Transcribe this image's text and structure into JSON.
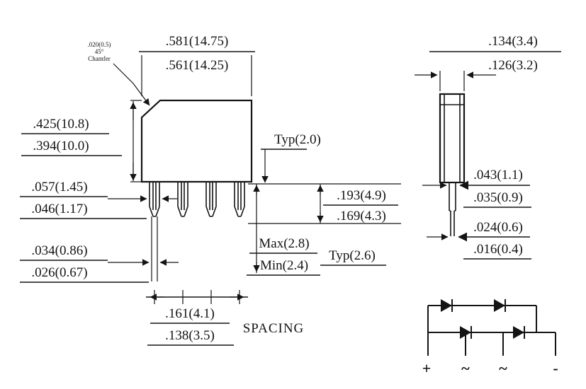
{
  "drawing": {
    "front": {
      "width": {
        "max": ".581(14.75)",
        "min": ".561(14.25)"
      },
      "height": {
        "max": ".425(10.8)",
        "min": ".394(10.0)"
      },
      "lead_width": {
        "max": ".057(1.45)",
        "min": ".046(1.17)"
      },
      "lead_thickness": {
        "max": ".034(0.86)",
        "min": ".026(0.67)"
      },
      "edge_offset": "Typ(2.0)",
      "lead_length": {
        "max": ".193(4.9)",
        "min": ".169(4.3)"
      },
      "standoff": {
        "max": "Max(2.8)",
        "min": "Min(2.4)"
      },
      "pitch_typ": "Typ(2.6)",
      "spacing": {
        "max": ".161(4.1)",
        "min": ".138(3.5)"
      },
      "spacing_label": "SPACING",
      "chamfer_note": {
        "l1": ".020(0.5)",
        "l2": "45°",
        "l3": "Chamfer"
      }
    },
    "side": {
      "depth": {
        "max": ".134(3.4)",
        "min": ".126(3.2)"
      },
      "lead_thickness": {
        "max": ".043(1.1)",
        "min": ".035(0.9)"
      },
      "lead_tip": {
        "max": ".024(0.6)",
        "min": ".016(0.4)"
      }
    },
    "schematic": {
      "t1": "+",
      "t2": "~",
      "t3": "~",
      "t4": "-"
    }
  }
}
